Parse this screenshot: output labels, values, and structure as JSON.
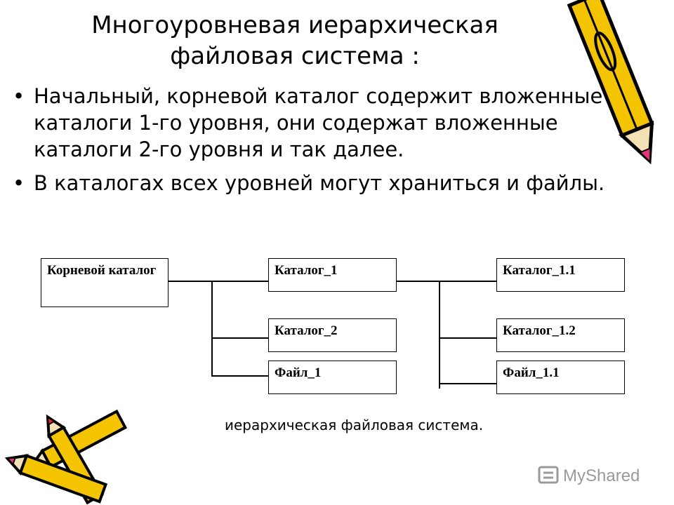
{
  "title": {
    "line1": "Многоуровневая иерархическая",
    "line2": "файловая система :"
  },
  "bullets": [
    {
      "symbol": "•",
      "text": "Начальный, корневой каталог содержит вложенные каталоги 1-го уровня, они содержат вложенные каталоги 2-го уровня и так далее."
    },
    {
      "symbol": "•",
      "text": "В каталогах всех уровней могут храниться и файлы."
    }
  ],
  "diagram": {
    "root": "Корневой каталог",
    "level1": [
      "Каталог_1",
      "Каталог_2",
      "Файл_1"
    ],
    "level2": [
      "Каталог_1.1",
      "Каталог_1.2",
      "Файл_1.1"
    ]
  },
  "caption": "иерархическая файловая система.",
  "watermark": {
    "text": "MyShared"
  },
  "colors": {
    "pencil_body": "#f5c400",
    "pencil_outline": "#000000",
    "pencil_tip_pink": "#e8327e",
    "pencil_tip_green": "#2e9a3a",
    "pencil_tip_red": "#e8242a",
    "watermark": "#9a9a9a"
  }
}
